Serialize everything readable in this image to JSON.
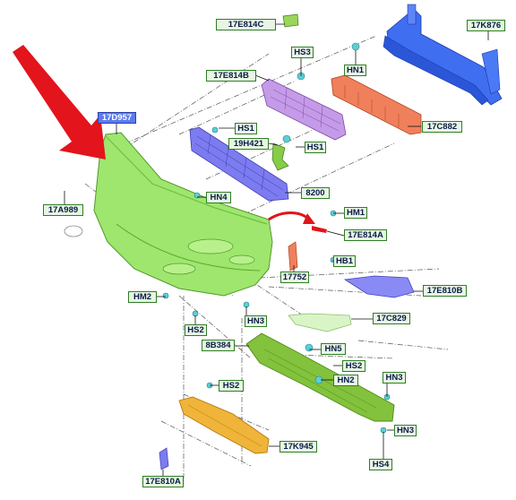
{
  "diagram": {
    "labels": {
      "l_17E814C": "17E814C",
      "l_17K876": "17K876",
      "l_HS3": "HS3",
      "l_17E814B": "17E814B",
      "l_HN1": "HN1",
      "l_17D957": "17D957",
      "l_HS1_a": "HS1",
      "l_19H421": "19H421",
      "l_HS1_b": "HS1",
      "l_17C882": "17C882",
      "l_HN4": "HN4",
      "l_8200": "8200",
      "l_17A989": "17A989",
      "l_HM1": "HM1",
      "l_17E814A": "17E814A",
      "l_HB1": "HB1",
      "l_17752": "17752",
      "l_17E810B": "17E810B",
      "l_HM2": "HM2",
      "l_HS2_a": "HS2",
      "l_HN3_a": "HN3",
      "l_17C829": "17C829",
      "l_8B384": "8B384",
      "l_HN5": "HN5",
      "l_HS2_b": "HS2",
      "l_HN2": "HN2",
      "l_HS2_c": "HS2",
      "l_HN3_b": "HN3",
      "l_HN3_c": "HN3",
      "l_17K945": "17K945",
      "l_HS4": "HS4",
      "l_17E810A": "17E810A"
    },
    "colors": {
      "bumper_cover": "#9ee66e",
      "upper_grille": "#c59be8",
      "lower_grille": "#7c7cf0",
      "reinforcement_beam": "#3f6ef0",
      "absorber": "#f0805c",
      "splash_shield": "#82c23c",
      "air_deflector": "#f0b43a",
      "pointer_arrow": "#e3141b",
      "label_fill": "#e7f6e2",
      "label_border": "#2f7d25",
      "highlight_label": "#5b7bf0"
    }
  }
}
